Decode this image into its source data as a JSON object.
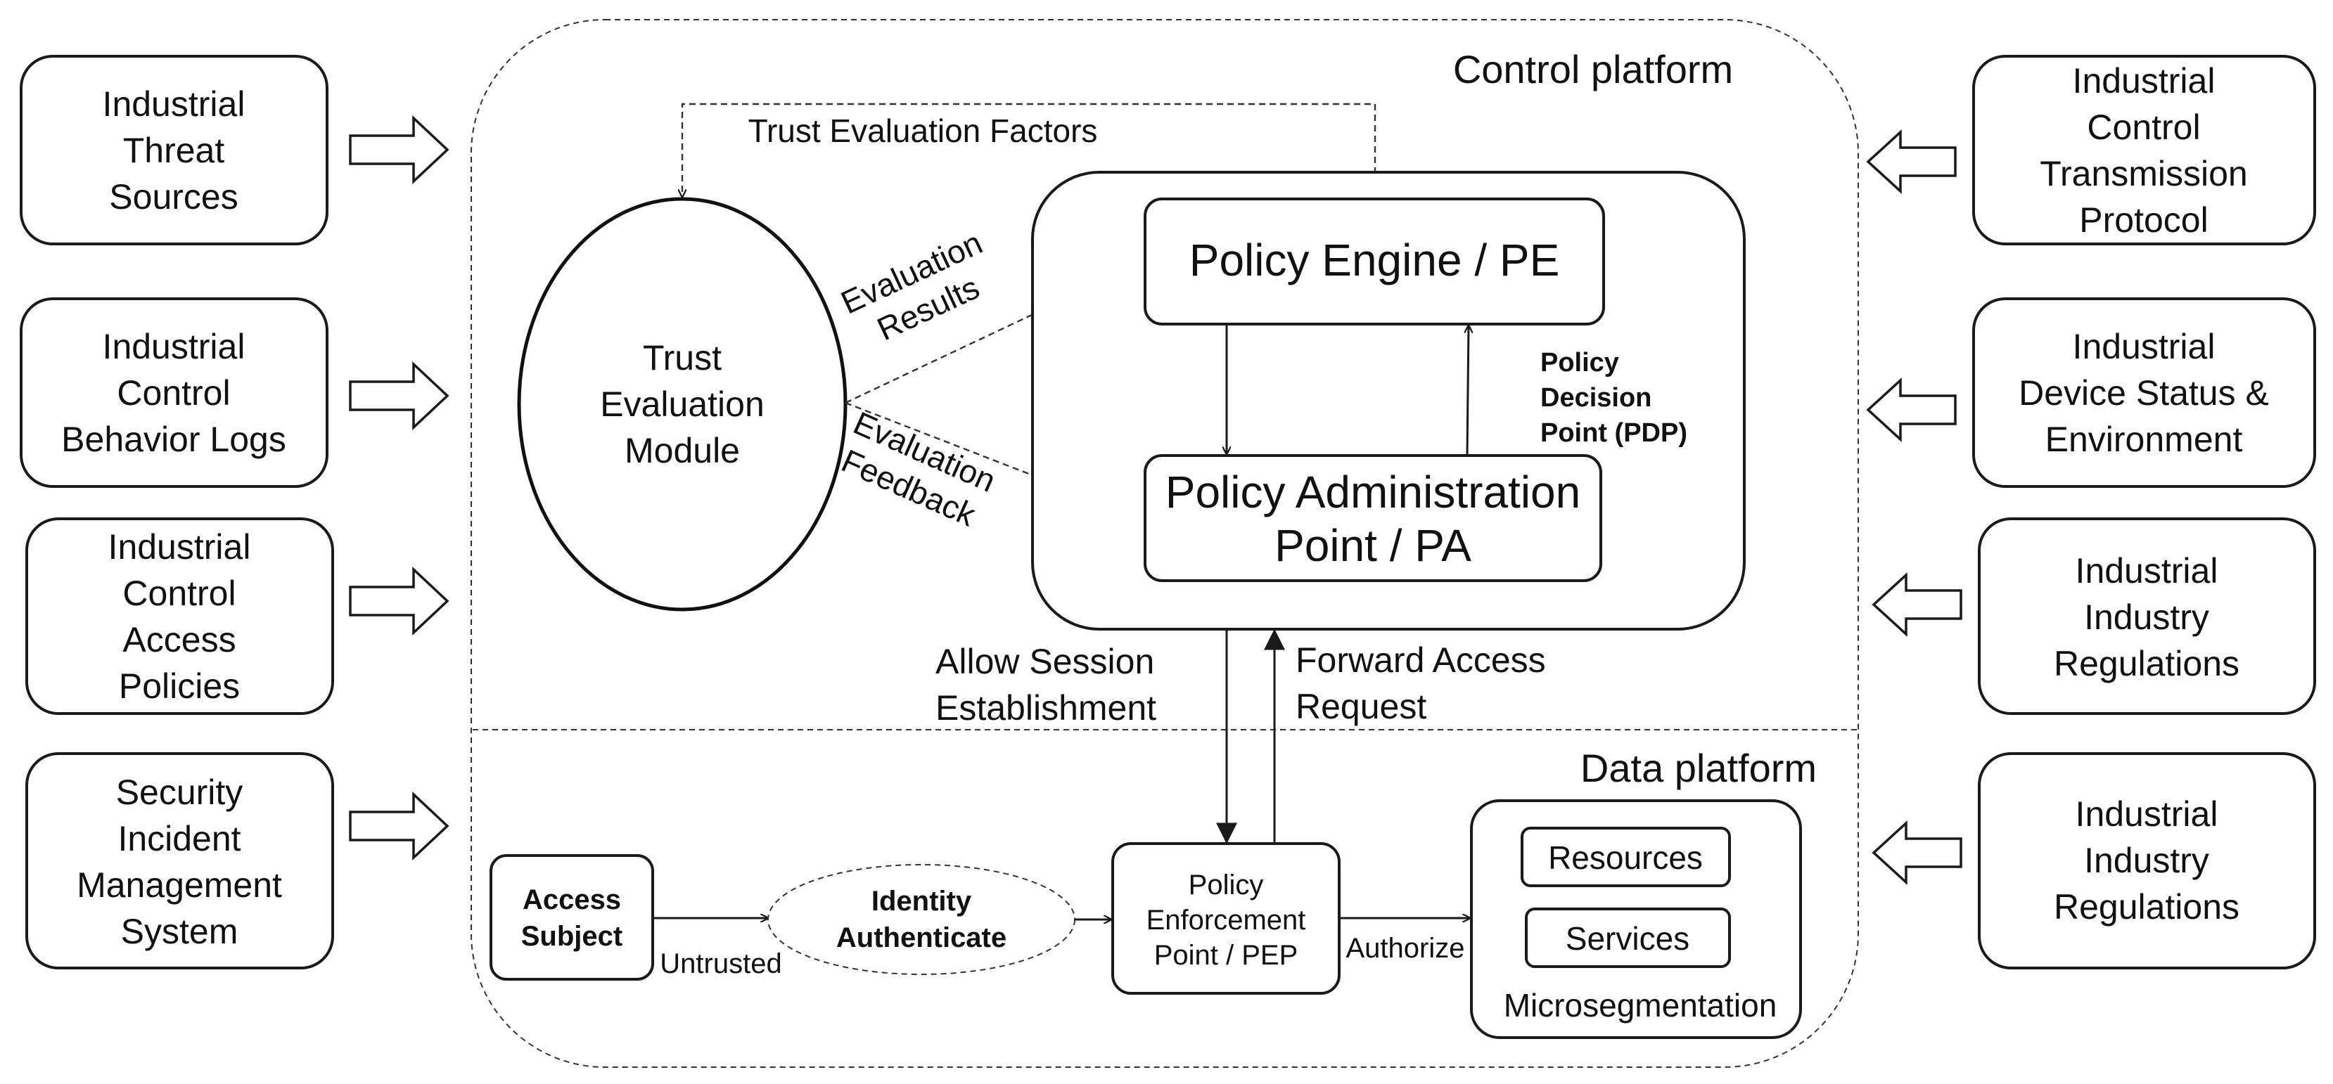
{
  "left_sources": [
    {
      "lines": [
        "Industrial",
        "Threat",
        "Sources"
      ]
    },
    {
      "lines": [
        "Industrial",
        "Control",
        "Behavior Logs"
      ]
    },
    {
      "lines": [
        "Industrial",
        "Control",
        "Access",
        "Policies"
      ]
    },
    {
      "lines": [
        "Security",
        "Incident",
        "Management",
        "System"
      ]
    }
  ],
  "right_sources": [
    {
      "lines": [
        "Industrial",
        "Control",
        "Transmission",
        "Protocol"
      ]
    },
    {
      "lines": [
        "Industrial",
        "Device Status &",
        "Environment"
      ]
    },
    {
      "lines": [
        "Industrial",
        "Industry",
        "Regulations"
      ]
    },
    {
      "lines": [
        "Industrial",
        "Industry",
        "Regulations"
      ]
    }
  ],
  "control_platform": {
    "title": "Control platform",
    "trust_factors_label": "Trust Evaluation Factors",
    "trust_module": [
      "Trust",
      "Evaluation",
      "Module"
    ],
    "eval_results": [
      "Evaluation",
      "Results"
    ],
    "eval_feedback": [
      "Evaluation",
      "Feedback"
    ],
    "pe_label": "Policy Engine / PE",
    "pa_label": [
      "Policy Administration",
      "Point / PA"
    ],
    "pdp_label": [
      "Policy",
      "Decision",
      "Point (PDP)"
    ],
    "allow_session": [
      "Allow Session",
      "Establishment"
    ],
    "forward_request": [
      "Forward Access",
      "Request"
    ]
  },
  "data_platform": {
    "title": "Data platform",
    "access_subject": [
      "Access",
      "Subject"
    ],
    "untrusted_label": "Untrusted",
    "identity": [
      "Identity",
      "Authenticate"
    ],
    "pep": [
      "Policy",
      "Enforcement",
      "Point / PEP"
    ],
    "authorize_label": "Authorize",
    "resources_label": "Resources",
    "services_label": "Services",
    "microseg_label": "Microsegmentation"
  }
}
